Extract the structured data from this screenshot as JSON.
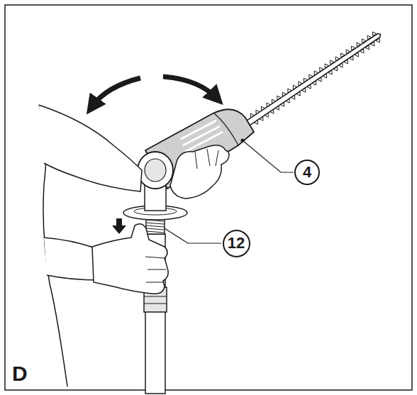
{
  "diagram": {
    "nodes": [
      {
        "text": [
          "4"
        ]
      },
      {
        "text": [
          "12"
        ]
      }
    ],
    "labels": [
      "D"
    ]
  }
}
